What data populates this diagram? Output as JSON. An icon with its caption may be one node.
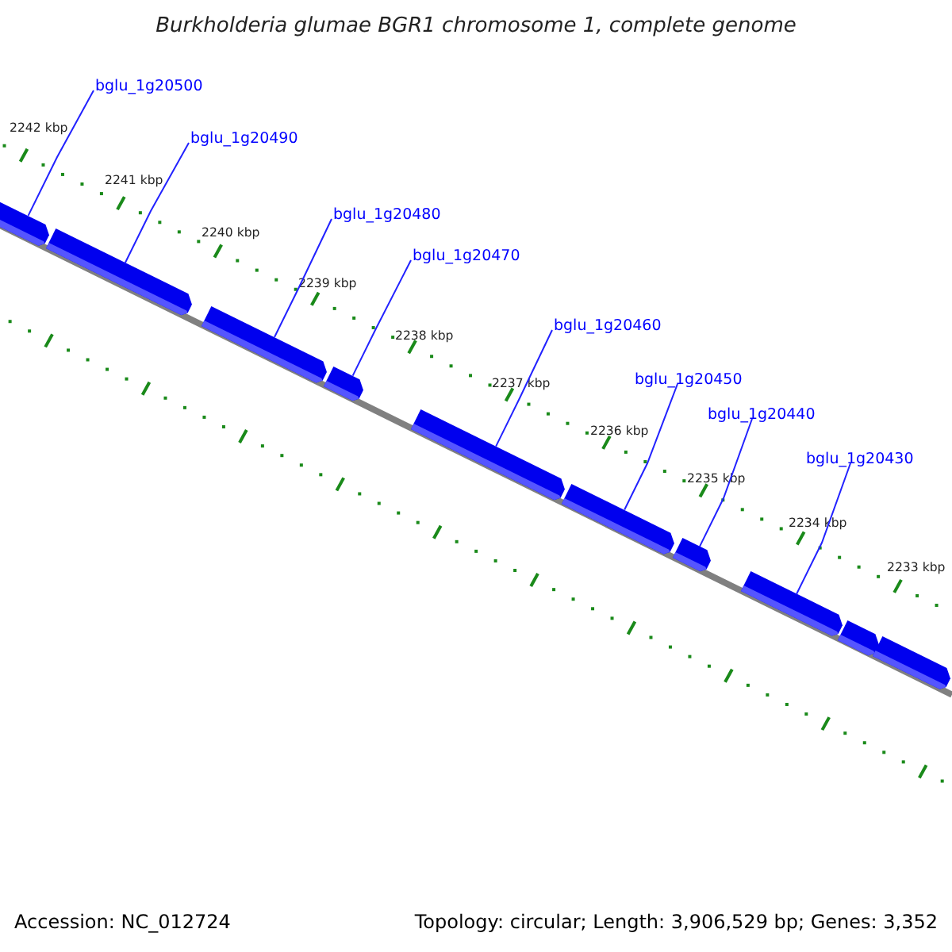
{
  "diagram": {
    "title": "Burkholderia glumae BGR1 chromosome 1, complete genome",
    "nodes": [
      {
        "text": [
          "bglu_1g20500"
        ]
      },
      {
        "text": [
          "bglu_1g20490"
        ]
      },
      {
        "text": [
          "bglu_1g20480"
        ]
      },
      {
        "text": [
          "bglu_1g20470"
        ]
      },
      {
        "text": [
          "bglu_1g20460"
        ]
      },
      {
        "text": [
          "bglu_1g20450"
        ]
      },
      {
        "text": [
          "bglu_1g20440"
        ]
      },
      {
        "text": [
          "bglu_1g20430"
        ]
      },
      {
        "text": [],
        "shape": "arrow"
      },
      {
        "text": [],
        "shape": "arrow"
      },
      {
        "text": [],
        "shape": "arrow"
      },
      {
        "text": [],
        "shape": "arrow"
      },
      {
        "text": [],
        "shape": "arrow"
      },
      {
        "text": [],
        "shape": "arrow"
      },
      {
        "text": [],
        "shape": "arrow"
      },
      {
        "text": [],
        "shape": "arrow"
      },
      {
        "text": [],
        "shape": "arrow"
      },
      {
        "text": [],
        "shape": "arrow"
      }
    ],
    "edges": [
      {
        "from": 0,
        "to": 8,
        "arrow": "none"
      },
      {
        "from": 1,
        "to": 9,
        "arrow": "none"
      },
      {
        "from": 2,
        "to": 10,
        "arrow": "none"
      },
      {
        "from": 3,
        "to": 11,
        "arrow": "none"
      },
      {
        "from": 4,
        "to": 12,
        "arrow": "none"
      },
      {
        "from": 5,
        "to": 13,
        "arrow": "none"
      },
      {
        "from": 6,
        "to": 14,
        "arrow": "none"
      },
      {
        "from": 7,
        "to": 15,
        "arrow": "none"
      }
    ],
    "labels": [
      "2242 kbp",
      "2241 kbp",
      "2240 kbp",
      "2239 kbp",
      "2238 kbp",
      "2237 kbp",
      "2236 kbp",
      "2235 kbp",
      "2234 kbp",
      "2233 kbp",
      "Accession: NC_012724",
      "Topology: circular; Length: 3,906,529 bp; Genes: 3,352"
    ]
  }
}
